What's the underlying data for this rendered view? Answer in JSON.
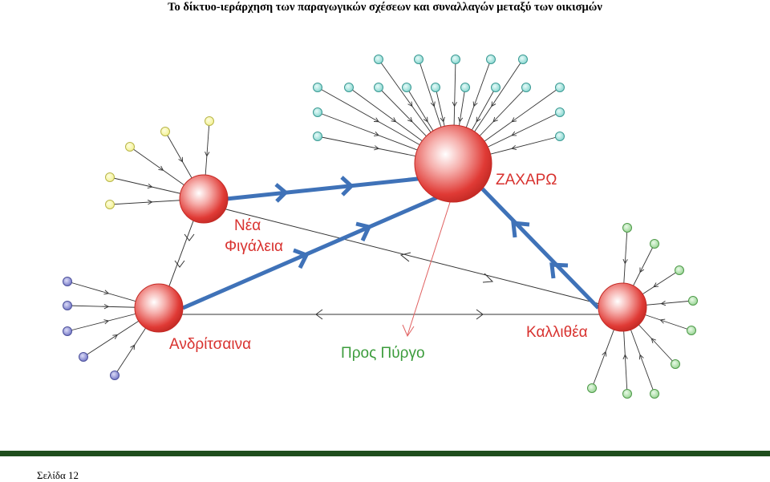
{
  "page": {
    "title": "Το δίκτυο-ιεράρχηση των παραγωγικών σχέσεων και συναλλαγών μεταξύ των οικισμών",
    "footer": "Σελίδα 12"
  },
  "diagram": {
    "nodes": [
      {
        "id": "zacharo",
        "label": "ΖΑΧΑΡΩ"
      },
      {
        "id": "nea_figaleia",
        "label_lines": [
          "Νέα",
          "Φιγάλεια"
        ]
      },
      {
        "id": "andritsaina",
        "label": "Ανδρίτσαινα"
      },
      {
        "id": "kallithea",
        "label": "Καλλιθέα"
      }
    ],
    "external_label": "Προς Πύργο",
    "colors": {
      "node": "#e03a35",
      "label_red": "#d8322f",
      "label_green": "#3c9c3c",
      "main_link": "#3f72b8",
      "thin_link": "#333333",
      "pyrgos_link": "#e06060",
      "satellite_zacharo": "#7fd3cc",
      "satellite_nea_figaleia": "#f2f08a",
      "satellite_andritsaina": "#6a6ec2",
      "satellite_kallithea": "#8fd08a",
      "footer_bar": "#1f4e1d"
    },
    "links": [
      {
        "from": "nea_figaleia",
        "to": "zacharo",
        "kind": "main"
      },
      {
        "from": "andritsaina",
        "to": "zacharo",
        "kind": "main"
      },
      {
        "from": "kallithea",
        "to": "zacharo",
        "kind": "main"
      },
      {
        "from": "andritsaina",
        "to": "nea_figaleia",
        "kind": "thin"
      },
      {
        "from": "nea_figaleia",
        "to": "kallithea",
        "kind": "thin"
      },
      {
        "from": "kallithea",
        "to": "andritsaina",
        "kind": "thin"
      },
      {
        "from": "zacharo",
        "to": "pyrgos",
        "kind": "external"
      }
    ]
  }
}
